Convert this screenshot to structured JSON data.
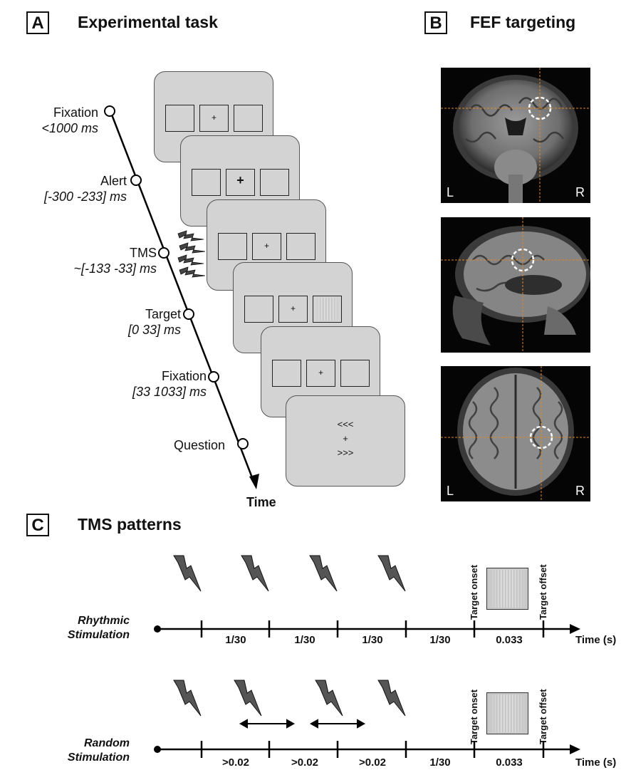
{
  "panel_a": {
    "letter": "A",
    "title": "Experimental task",
    "events": [
      {
        "label": "Fixation",
        "time": "<1000 ms"
      },
      {
        "label": "Alert",
        "time": "[-300 -233] ms"
      },
      {
        "label": "TMS",
        "time": "~[-133 -33] ms"
      },
      {
        "label": "Target",
        "time": "[0 33] ms"
      },
      {
        "label": "Fixation",
        "time": "[33 1033] ms"
      },
      {
        "label": "Question",
        "time": ""
      }
    ],
    "axis_label": "Time",
    "fixation_symbol": "+",
    "question_top": "<<<",
    "question_bottom": ">>>"
  },
  "panel_b": {
    "letter": "B",
    "title": "FEF targeting",
    "slices": [
      {
        "view": "coronal",
        "left_label": "L",
        "right_label": "R"
      },
      {
        "view": "sagittal",
        "left_label": "",
        "right_label": ""
      },
      {
        "view": "axial",
        "left_label": "L",
        "right_label": "R"
      }
    ],
    "crosshair_color": "#e8871e",
    "target_circle_color": "#ffffff"
  },
  "panel_c": {
    "letter": "C",
    "title": "TMS patterns",
    "rows": [
      {
        "label_line1": "Rhythmic",
        "label_line2": "Stimulation",
        "intervals": [
          "1/30",
          "1/30",
          "1/30",
          "1/30",
          "0.033"
        ],
        "random_arrows": []
      },
      {
        "label_line1": "Random",
        "label_line2": "Stimulation",
        "intervals": [
          ">0.02",
          ">0.02",
          ">0.02",
          "1/30",
          "0.033"
        ],
        "random_arrows": [
          1,
          2
        ]
      }
    ],
    "target_onset": "Target onset",
    "target_offset": "Target offset",
    "time_axis": "Time (s)"
  }
}
